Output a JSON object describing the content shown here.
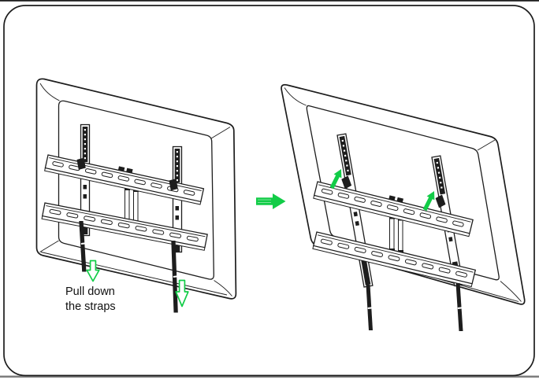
{
  "figure": {
    "caption": {
      "line1": "Pull down",
      "line2": "the straps"
    },
    "colors": {
      "ink": "#1d1d1d",
      "green": "#12cc47",
      "divider_gray": "#7e7e7e",
      "background": "#ffffff"
    },
    "icons": {
      "strap_pull": {
        "name": "down-arrow-icon",
        "style": "outline",
        "direction": "down",
        "count": 2
      },
      "transition": {
        "name": "right-arrow-icon",
        "style": "solid",
        "direction": "right",
        "count": 1
      },
      "release": {
        "name": "up-arrow-icon",
        "style": "solid",
        "direction": "up-right",
        "count": 2
      }
    }
  }
}
